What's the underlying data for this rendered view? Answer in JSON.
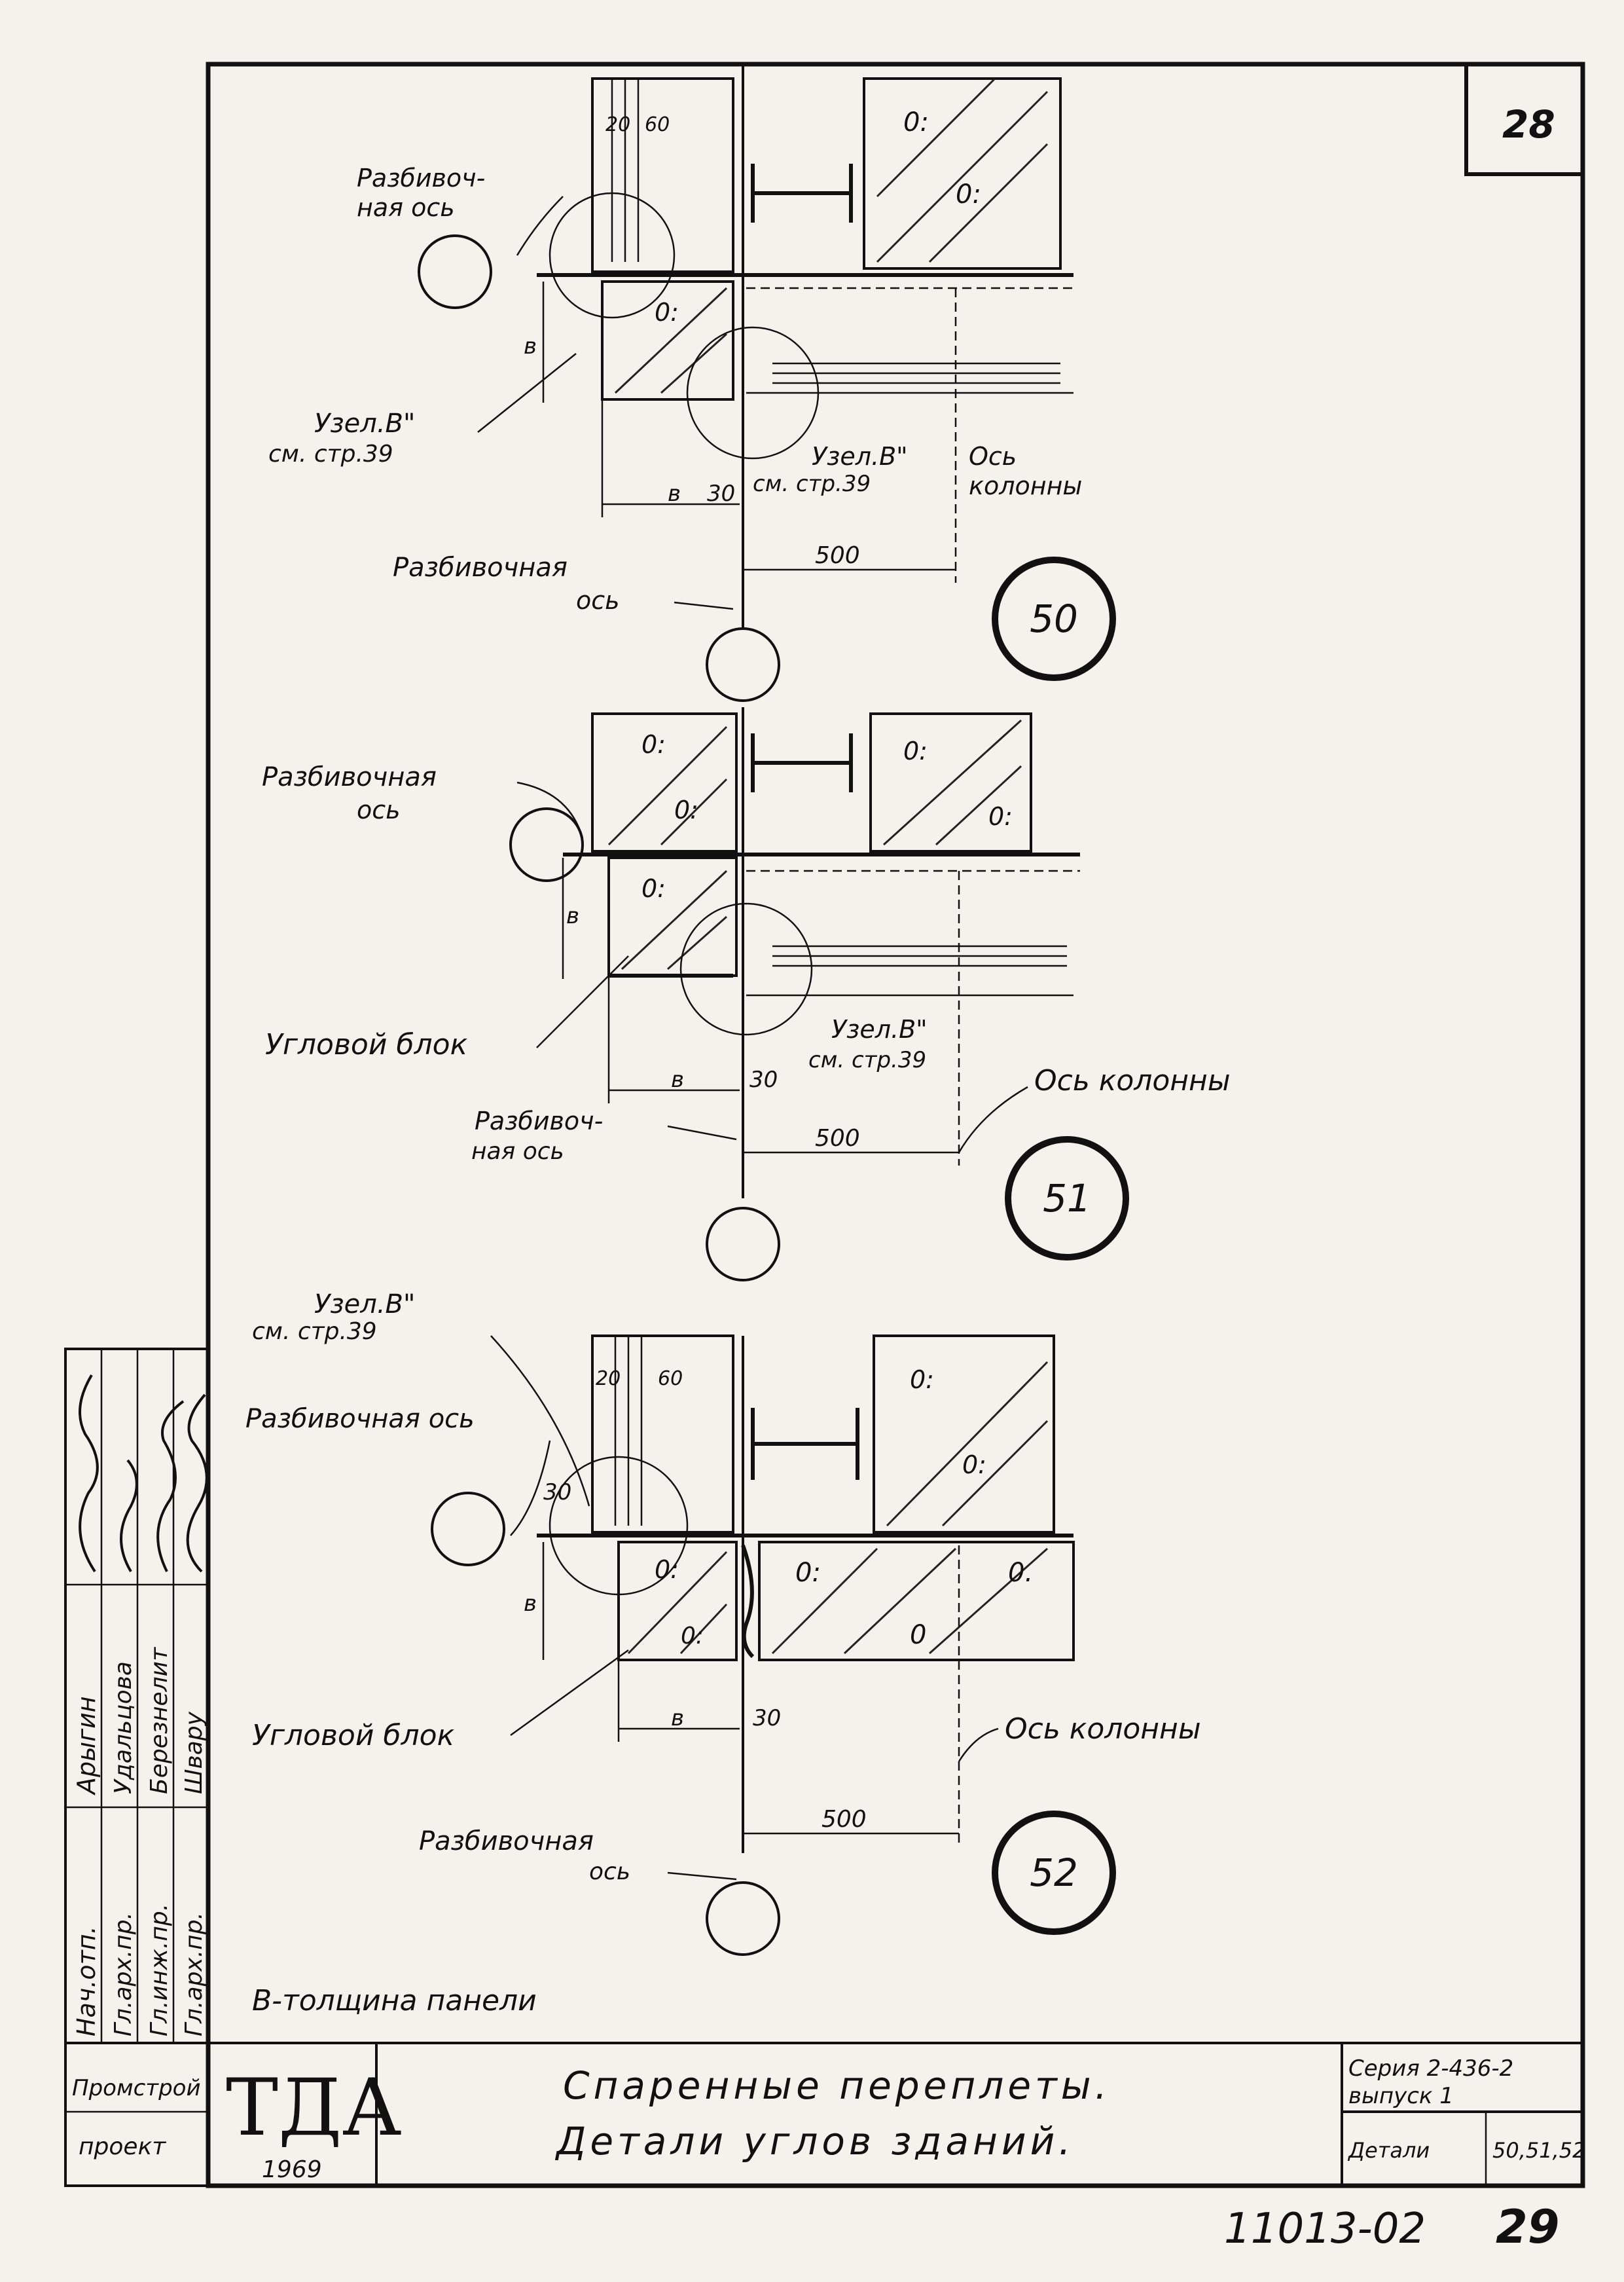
{
  "sheet": {
    "page_number": "28",
    "footer_code": "11013-02",
    "footer_number": "29",
    "panel_note": "В-толщина панели"
  },
  "labels": {
    "razb_os_split": [
      "Разбивоч-",
      "ная ось"
    ],
    "razb_os_two_line": [
      "Разбивочная",
      "ось"
    ],
    "razb_os_one_line": "Разбивочная ось",
    "uzel_b": "Узел.В\"",
    "cm_str": "см. стр.39",
    "os_kolonny_split": [
      "Ось",
      "колонны"
    ],
    "os_kolonny": "Ось колонны",
    "uglovoy_blok": "Угловой блок"
  },
  "dimensions": {
    "b": "в",
    "b_vertical": "в",
    "d30": "30",
    "d500": "500",
    "d20": "20",
    "d60": "60"
  },
  "details": [
    {
      "number": "50"
    },
    {
      "number": "51"
    },
    {
      "number": "52"
    }
  ],
  "stamp": {
    "rows": [
      {
        "role": "Нач.отп.",
        "name": "Арыгин"
      },
      {
        "role": "Гл.арх.пр.",
        "name": "Удальцова"
      },
      {
        "role": "Гл.инж.пр.",
        "name": "Березнелит"
      },
      {
        "role": "Гл.арх.пр.",
        "name": "Швару"
      }
    ],
    "org_line1": "Промстрой",
    "org_line2": "проект",
    "logo_text": "ТДА",
    "year": "1969",
    "title_line1": "Спаренные переплеты.",
    "title_line2": "Детали углов зданий.",
    "series": "Серия 2-436-2",
    "issue": "выпуск 1",
    "details_label": "Детали",
    "details_value": "50,51,52"
  }
}
